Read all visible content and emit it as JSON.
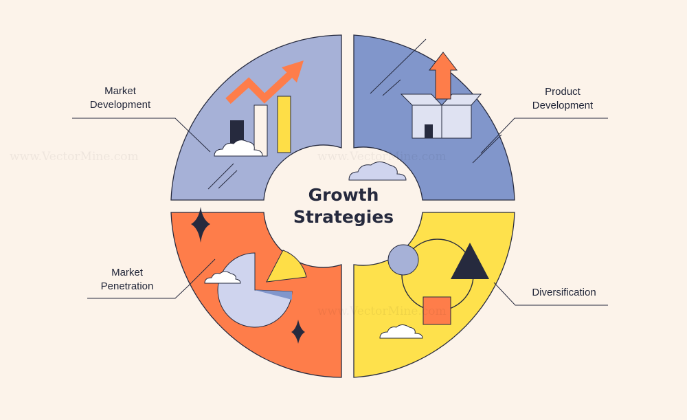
{
  "center": {
    "line1": "Growth",
    "line2": "Strategies"
  },
  "quadrants": [
    {
      "id": "market-development",
      "line1": "Market",
      "line2": "Development",
      "color": "#a6b1d7"
    },
    {
      "id": "product-development",
      "line1": "Product",
      "line2": "Development",
      "color": "#8196cb"
    },
    {
      "id": "market-penetration",
      "line1": "Market",
      "line2": "Penetration",
      "color": "#fe7d4a"
    },
    {
      "id": "diversification",
      "line1": "Diversification",
      "color": "#fee14c"
    }
  ],
  "colors": {
    "background": "#fcf3ea",
    "ink": "#262a3e",
    "pale_lavender": "#cfd4ee",
    "arrow_orange": "#fe7d4a",
    "bar_yellow": "#fede47",
    "cloud": "#ffffff"
  },
  "watermark": "www.VectorMine.com"
}
